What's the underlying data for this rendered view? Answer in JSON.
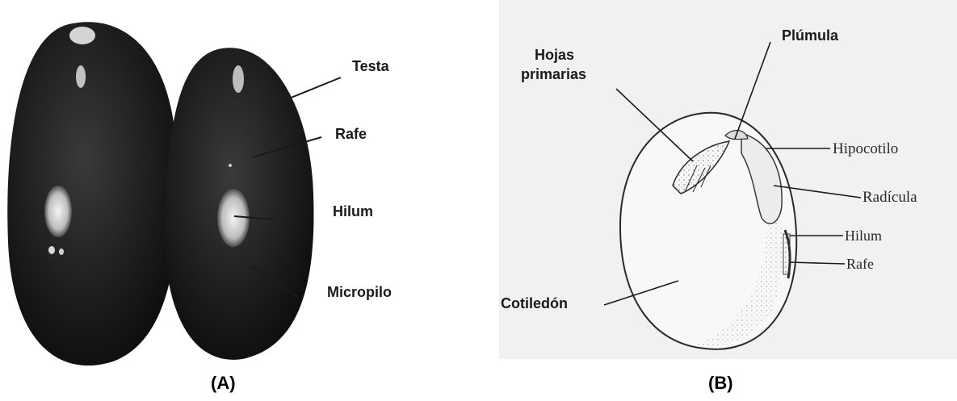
{
  "panel_a": {
    "labels": {
      "testa": "Testa",
      "rafe": "Rafe",
      "hilum": "Hilum",
      "micropilo": "Micropilo"
    },
    "caption": "(A)"
  },
  "panel_b": {
    "labels": {
      "hojas_line1": "Hojas",
      "hojas_line2": "primarias",
      "plumula": "Plúmula",
      "hipocotilo": "Hipocotilo",
      "radicula": "Radícula",
      "hilum": "Hilum",
      "rafe": "Rafe",
      "cotiledon": "Cotiledón"
    },
    "caption": "(B)"
  },
  "colors": {
    "seed_dark": "#1b1b1b",
    "panel_b_bg": "#f1f1f1",
    "line": "#1a1a1a"
  }
}
